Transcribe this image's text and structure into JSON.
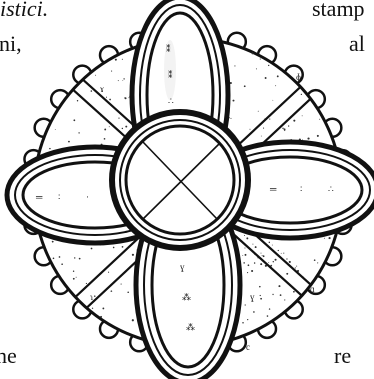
{
  "text_fragments": {
    "top_left": "istici.",
    "top_right": "stamp",
    "second_left": "ni,",
    "second_right": "al",
    "third_left": ".",
    "bottom_left": "ne",
    "bottom_right": "re"
  },
  "figure": {
    "kind": "woodcut",
    "description_label": "engraved four-lobed rosette inside scalloped circle"
  }
}
